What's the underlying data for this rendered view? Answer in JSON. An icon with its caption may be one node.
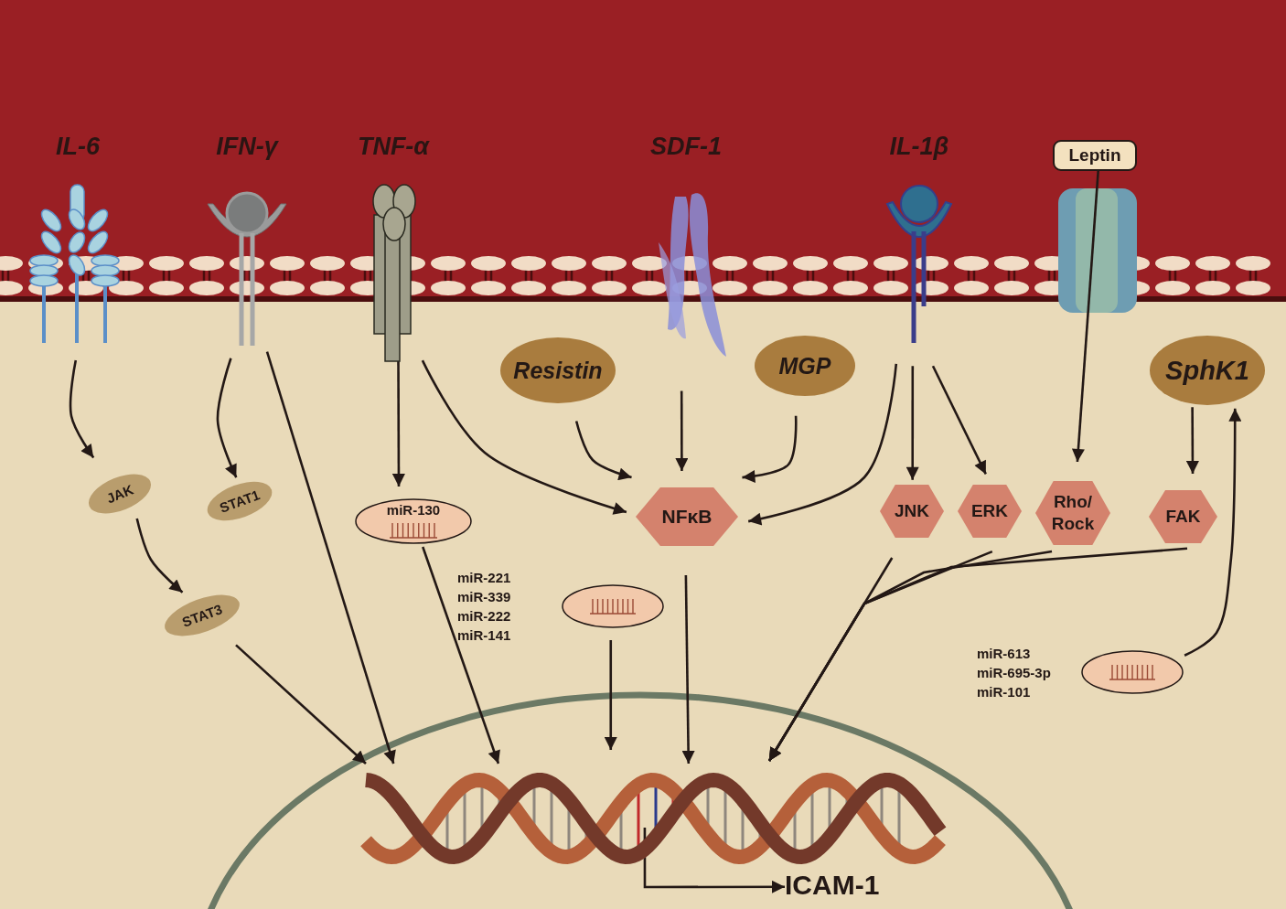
{
  "diagram": {
    "nodes": [
      {
        "text": [
          "IL-6"
        ]
      },
      {
        "text": [
          "IFN-γ"
        ]
      },
      {
        "text": [
          "TNF-α"
        ]
      },
      {
        "text": [
          "SDF-1"
        ]
      },
      {
        "text": [
          "IL-1β"
        ]
      },
      {
        "text": [
          "Leptin"
        ]
      },
      {
        "text": [
          "Resistin"
        ]
      },
      {
        "text": [
          "MGP"
        ]
      },
      {
        "text": [
          "SphK1"
        ]
      },
      {
        "text": [
          "JAK"
        ]
      },
      {
        "text": [
          "STAT1"
        ]
      },
      {
        "text": [
          "STAT3"
        ]
      },
      {
        "text": [
          "miR-130"
        ]
      },
      {
        "text": [
          "NFκB"
        ]
      },
      {
        "text": [
          "JNK"
        ]
      },
      {
        "text": [
          "ERK"
        ]
      },
      {
        "text": [
          "Rho/ Rock"
        ]
      },
      {
        "text": [
          "FAK"
        ]
      },
      {
        "text": [],
        "shape": "ellipse",
        "beside": [
          "miR-221",
          "miR-339",
          "miR-222",
          "miR-141"
        ]
      },
      {
        "text": [],
        "shape": "ellipse",
        "beside": [
          "miR-613",
          "miR-695-3p",
          "miR-101"
        ]
      },
      {
        "text": [],
        "shape": "picture"
      },
      {
        "text": [
          "ICAM-1"
        ]
      }
    ],
    "edges": [
      {
        "from": 0,
        "to": 9,
        "arrow": "to"
      },
      {
        "from": 9,
        "to": 11,
        "arrow": "to"
      },
      {
        "from": 1,
        "to": 10,
        "arrow": "to"
      },
      {
        "from": 1,
        "to": 20,
        "arrow": "to"
      },
      {
        "from": 11,
        "to": 20,
        "arrow": "to"
      },
      {
        "from": 2,
        "to": 12,
        "arrow": "to"
      },
      {
        "from": 2,
        "to": 13,
        "arrow": "to"
      },
      {
        "from": 6,
        "to": 13,
        "arrow": "to"
      },
      {
        "from": 3,
        "to": 13,
        "arrow": "to"
      },
      {
        "from": 7,
        "to": 13,
        "arrow": "to"
      },
      {
        "from": 4,
        "to": 13,
        "arrow": "to"
      },
      {
        "from": 4,
        "to": 14,
        "arrow": "to"
      },
      {
        "from": 4,
        "to": 15,
        "arrow": "to"
      },
      {
        "from": 5,
        "to": 16,
        "arrow": "to"
      },
      {
        "from": 8,
        "to": 17,
        "arrow": "to"
      },
      {
        "from": 19,
        "to": 8,
        "arrow": "to"
      },
      {
        "from": 18,
        "to": 20,
        "arrow": "to"
      },
      {
        "from": 13,
        "to": 20,
        "arrow": "to"
      },
      {
        "from": 12,
        "to": 20,
        "arrow": "to"
      },
      {
        "from": 14,
        "to": 20,
        "arrow": "to"
      },
      {
        "from": 15,
        "to": 20,
        "arrow": "to"
      },
      {
        "from": 16,
        "to": 20,
        "arrow": "to"
      },
      {
        "from": 17,
        "to": 20,
        "arrow": "to"
      },
      {
        "from": 20,
        "to": 21,
        "arrow": "to"
      }
    ]
  }
}
